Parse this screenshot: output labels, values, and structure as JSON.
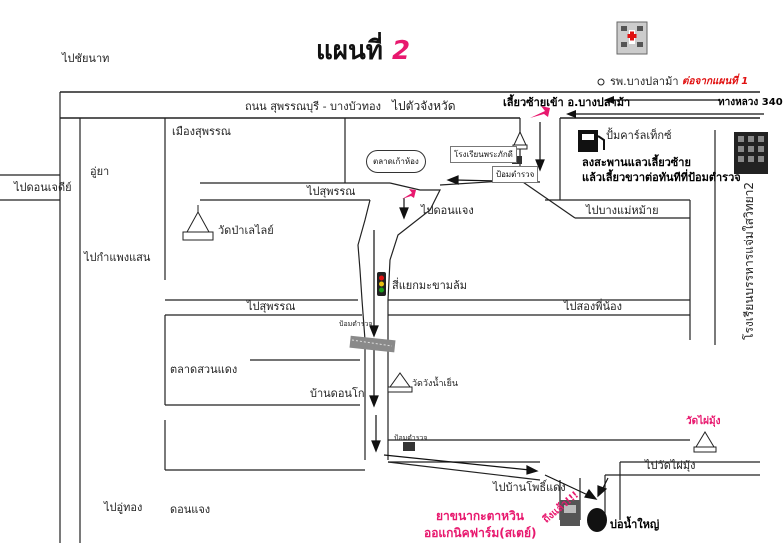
{
  "title": {
    "text": "แผนที่",
    "number": "2"
  },
  "top": {
    "chainat": "ไปชัยนาท",
    "hospital": "รพ.บางปลาม้า",
    "continue_map1": "ต่อจากแผนที่ 1",
    "main_road": "ถนน สุพรรณบุรี - บางบัวทอง",
    "to_chalerwat": "ไปตัวจังหวัด",
    "turn_left": "เลี้ยวซ้ายเข้า อ.บางปลาม้า",
    "highway": "ทางหลวง 340"
  },
  "labels": {
    "mueang_suphan": "เมืองสุพรรณ",
    "market_box": "ตลาดเก้าห้อง",
    "school_box": "โรงเรียนพระภักดี",
    "police_box_top": "ป้อมตำรวจ",
    "gas_station": "ปั้มคาร์ลเท็กซ์",
    "instruction_1": "ลงสะพานแลวเลี้ยวซ้าย",
    "instruction_2": "แล้วเลี้ยวขวาต่อทันทีที่ป้อมตำรวจ",
    "uya": "อู่ยา",
    "don_chedi": "ไปดอนเจดีย์",
    "to_suphan_1": "ไปสุพรรณ",
    "to_don_chaeng": "ไปดอนแจง",
    "to_bang_mae_mai": "ไปบางแม่หม้าย",
    "wat_pa_lelai": "วัดป่าเลไลย์",
    "to_kamphaeng_saen": "ไปกำแพงแสน",
    "intersection": "สี่แยกมะขามล้ม",
    "to_suphan_2": "ไปสุพรรณ",
    "to_song_phi_nong": "ไปสองพี่น้อง",
    "police_mid": "ป้อมตำรวจ",
    "talat_suan_daeng": "ตลาดสวนแดง",
    "wat_wang_nam_yen": "วัดวังน้ำเย็น",
    "ban_don_ko": "บ้านดอนโก",
    "police_low": "ป้อมตำรวจ",
    "wat_phai_mung_red": "วัดไผ่มุ้ง",
    "to_wat_phai_mung": "ไปวัดไผ่มุ้ง",
    "to_ban_pho_daeng": "ไปบ้านโพธิ์แดง",
    "to_u_thong": "ไปอู่ทอง",
    "don_chaeng": "ดอนแจง",
    "arrive": "ถึงแล้ว!!!",
    "bo_nam_yai": "บ่อน้ำใหญ่",
    "shop_line1": "ยาขนากะตาหวิน",
    "shop_line2": "ออแกนิคฟาร์ม(สเตย์)",
    "school_vertical": "โรงเรียนบรรหารแจ่มใสวิทยา2"
  },
  "colors": {
    "road": "#222222",
    "accent_pink": "#e8186e",
    "red": "#e01010",
    "gray": "#555555"
  }
}
